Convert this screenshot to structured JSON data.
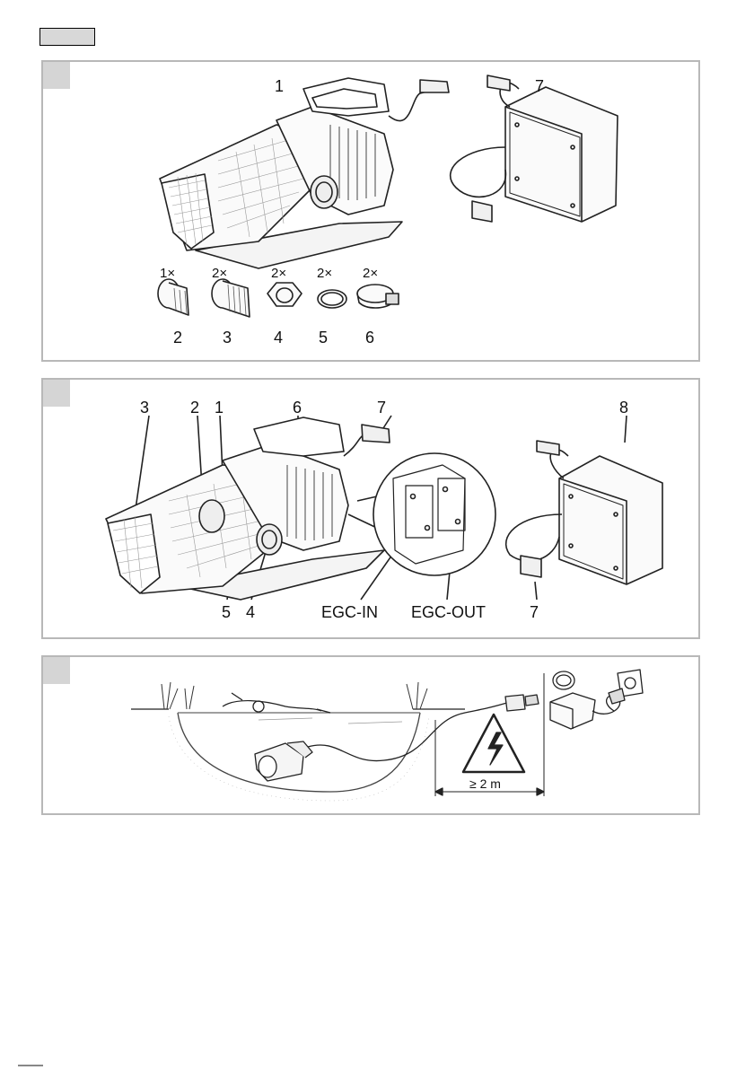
{
  "panels": [
    {
      "id": "A",
      "labels": [
        "1",
        "7",
        "2",
        "3",
        "4",
        "5",
        "6"
      ],
      "quantities": [
        "1×",
        "2×",
        "2×",
        "2×",
        "2×"
      ]
    },
    {
      "id": "B",
      "labels": [
        "3",
        "2",
        "1",
        "6",
        "7",
        "8",
        "5",
        "4",
        "7"
      ],
      "connectors": [
        "EGC-IN",
        "EGC-OUT"
      ]
    },
    {
      "id": "C",
      "distance": "≥ 2 m"
    }
  ],
  "colors": {
    "panel_border": "#b8b8b8",
    "tab_fill": "#d5d5d5",
    "line": "#222222"
  },
  "icons": [
    "pump-icon",
    "power-unit-icon",
    "plug-icon",
    "hose-adapter-icon",
    "union-nut-icon",
    "seal-ring-icon",
    "hose-clamp-icon",
    "warning-electric-icon",
    "socket-icon",
    "pond-icon"
  ]
}
